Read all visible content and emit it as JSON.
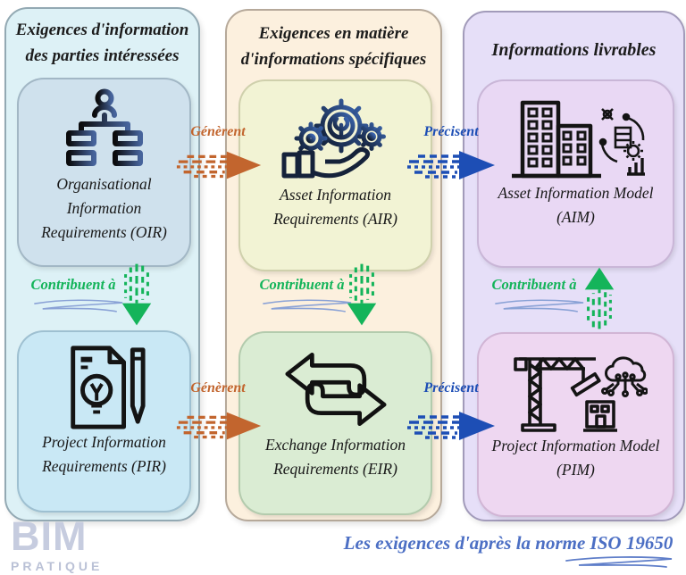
{
  "columns": [
    {
      "header": "Exigences d'information des parties intéressées",
      "boxes": [
        {
          "label": "Organisational Information Requirements (OIR)",
          "icon": "org-chart-icon"
        },
        {
          "label": "Project Information Requirements (PIR)",
          "icon": "document-idea-pen-icon"
        }
      ]
    },
    {
      "header": "Exigences en matière d'informations spécifiques",
      "boxes": [
        {
          "label": "Asset Information Requirements (AIR)",
          "icon": "gears-hand-icon"
        },
        {
          "label": "Exchange Information Requirements (EIR)",
          "icon": "exchange-arrows-icon"
        }
      ]
    },
    {
      "header": "Informations livrables",
      "boxes": [
        {
          "label": "Asset Information Model (AIM)",
          "icon": "buildings-analytics-icon"
        },
        {
          "label": "Project Information Model (PIM)",
          "icon": "crane-cloud-network-icon"
        }
      ]
    }
  ],
  "relations": {
    "generate_label": "Génèrent",
    "specify_label": "Précisent",
    "contribute_label": "Contribuent à"
  },
  "colors": {
    "generate": "#c2652e",
    "specify": "#1d4eb5",
    "contribute": "#14b45a",
    "caption": "#4c6fc4"
  },
  "footer": {
    "logo_line1": "BIM",
    "logo_line2": "PRATIQUE",
    "caption": "Les exigences d'après la norme ISO 19650"
  }
}
